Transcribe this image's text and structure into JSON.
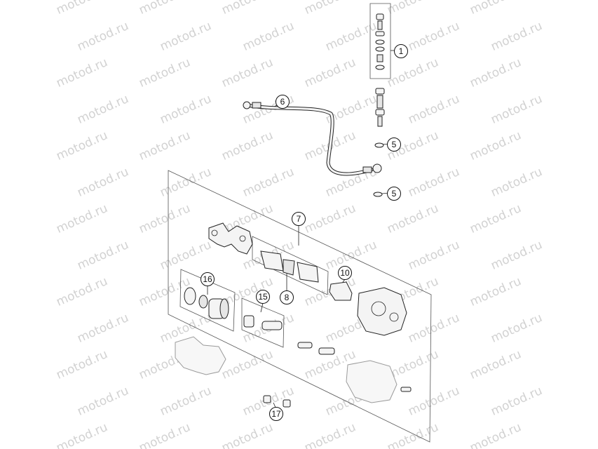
{
  "watermark": {
    "text": "motod.ru"
  },
  "callouts": [
    {
      "id": "c1",
      "label": "1"
    },
    {
      "id": "c5a",
      "label": "5"
    },
    {
      "id": "c5b",
      "label": "5"
    },
    {
      "id": "c6",
      "label": "6"
    },
    {
      "id": "c7",
      "label": "7"
    },
    {
      "id": "c8",
      "label": "8"
    },
    {
      "id": "c10",
      "label": "10"
    },
    {
      "id": "c15",
      "label": "15"
    },
    {
      "id": "c16",
      "label": "16"
    },
    {
      "id": "c17",
      "label": "17"
    }
  ]
}
